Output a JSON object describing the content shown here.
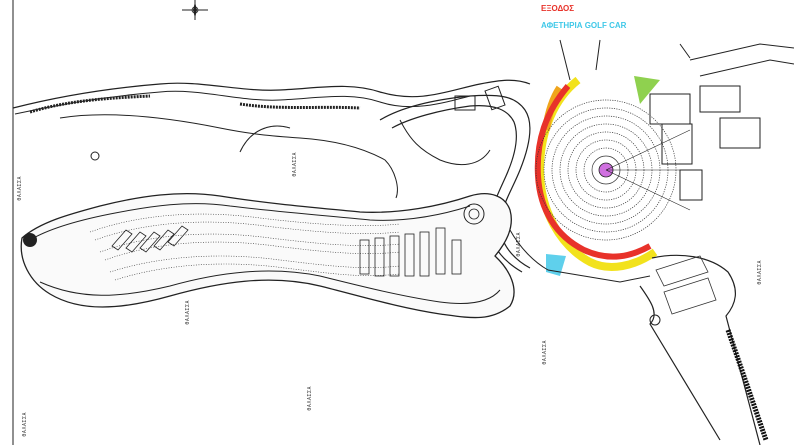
{
  "legend": {
    "exit_label": "ΕΞΟΔΟΣ",
    "exit_color": "#e8322a",
    "golf_label": "ΑΦΕΤΗΡΙΑ GOLF CAR",
    "golf_color": "#3fc8e8"
  },
  "sea_label": "ΘΑΛΑΣΣΑ",
  "colors": {
    "entrance_yellow": "#f2e21c",
    "amber": "#f0a51c",
    "exit_red": "#e8322a",
    "green_zone": "#8fd14f",
    "golf_zone": "#5fd0ec",
    "center": "#d070e0"
  },
  "icons": [
    "compass-rose-icon"
  ]
}
